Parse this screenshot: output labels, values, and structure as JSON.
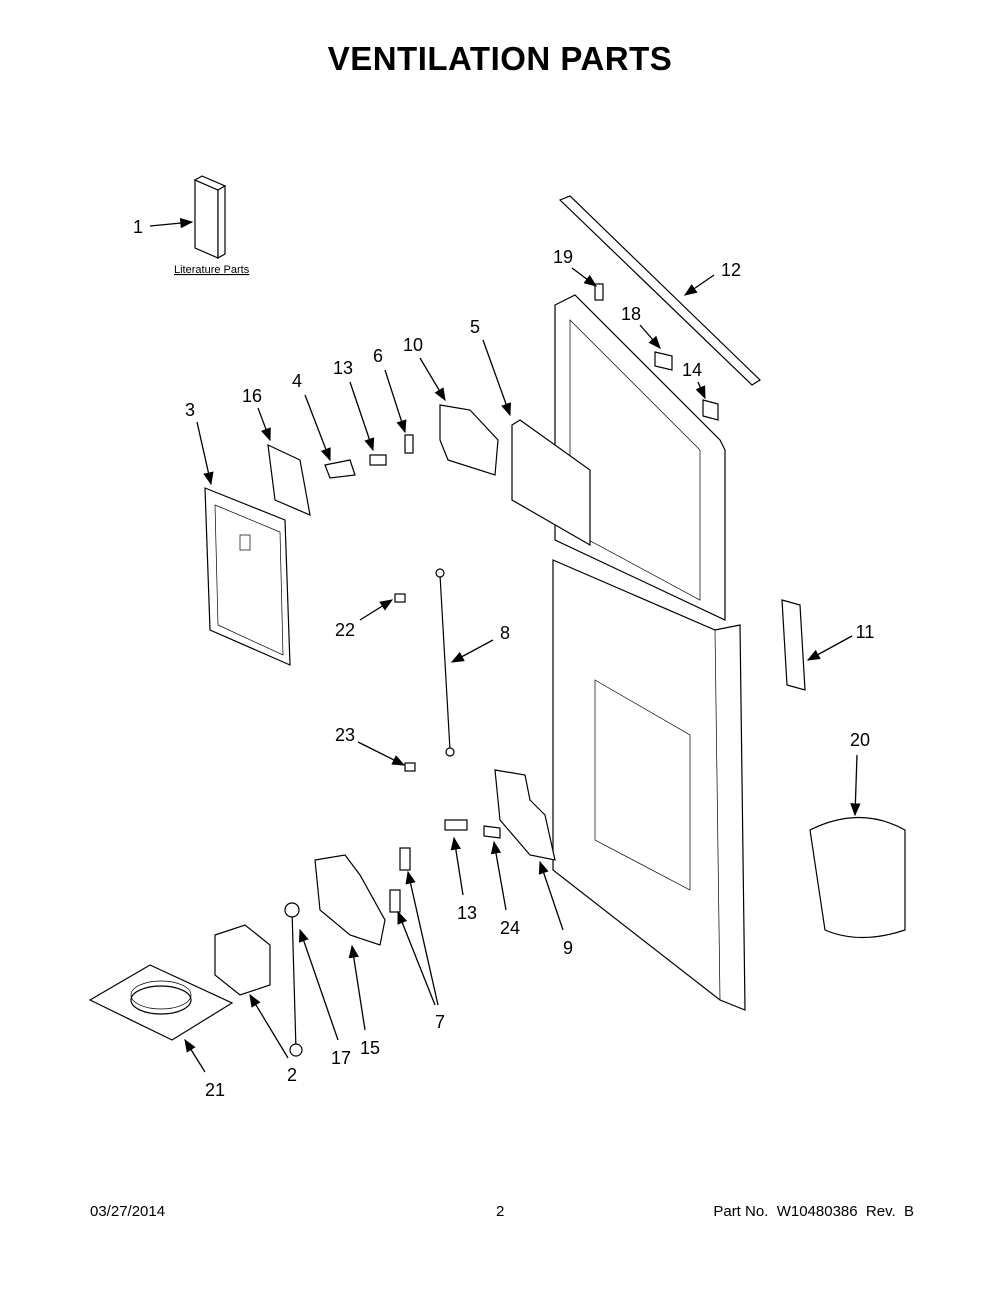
{
  "title": "VENTILATION PARTS",
  "literature_label": "Literature Parts",
  "callouts": [
    "1",
    "12",
    "19",
    "18",
    "14",
    "5",
    "10",
    "6",
    "13",
    "4",
    "16",
    "3",
    "22",
    "8",
    "11",
    "23",
    "20",
    "13",
    "24",
    "9",
    "7",
    "15",
    "17",
    "2",
    "21"
  ],
  "footer": {
    "date": "03/27/2014",
    "page": "2",
    "part_no": "Part No.  W10480386  Rev.  B"
  }
}
